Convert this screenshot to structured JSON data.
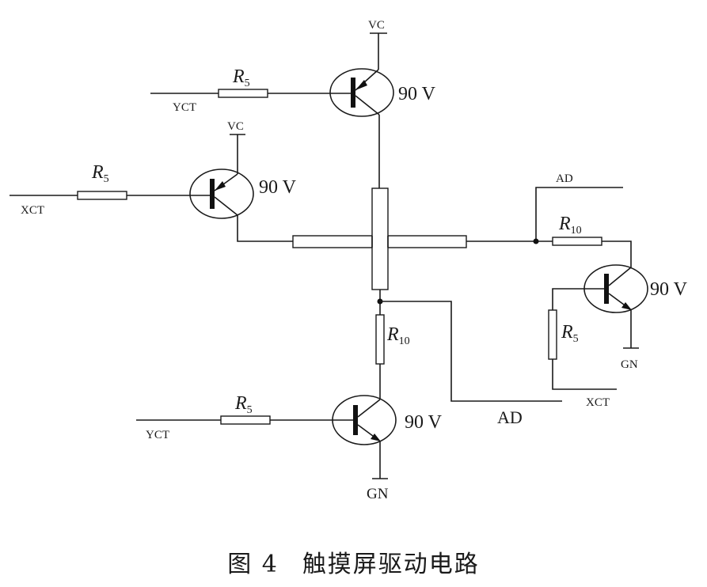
{
  "figure": {
    "caption_prefix": "图 4",
    "caption_title": "触摸屏驱动电路"
  },
  "labels": {
    "vc": "VC",
    "gn": "GN",
    "yct": "YCT",
    "xct": "XCT",
    "ad": "AD",
    "transistor_rating": "90 V",
    "r_letter": "R",
    "r5_sub": "5",
    "r10_sub": "10"
  },
  "components": {
    "transistors": [
      {
        "id": "Q-top",
        "type": "PNP",
        "rating": "90 V",
        "base_input": "YCT",
        "supply": "VC"
      },
      {
        "id": "Q-left",
        "type": "PNP",
        "rating": "90 V",
        "base_input": "XCT",
        "supply": "VC"
      },
      {
        "id": "Q-right",
        "type": "NPN",
        "rating": "90 V",
        "base_input": "XCT",
        "ground": "GN"
      },
      {
        "id": "Q-bottom",
        "type": "NPN",
        "rating": "90 V",
        "base_input": "YCT",
        "ground": "GN"
      }
    ],
    "resistors": [
      "R5",
      "R5",
      "R5",
      "R5",
      "R10",
      "R10"
    ],
    "touch_panel": "X/Y resistive layers (crossed)"
  }
}
